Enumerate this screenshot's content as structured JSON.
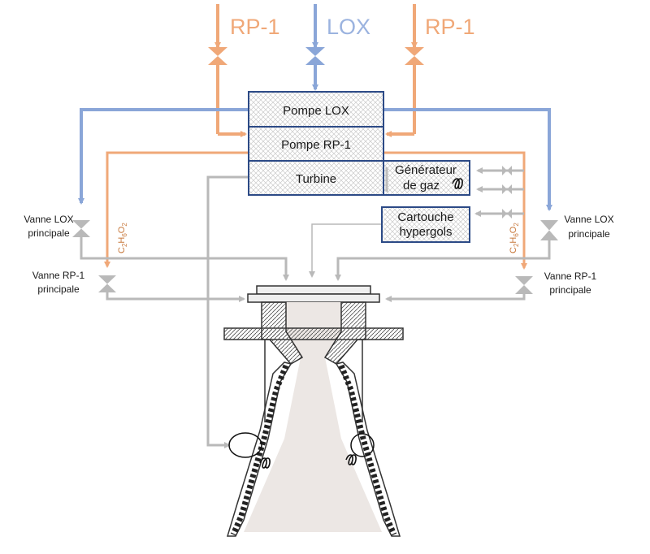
{
  "inlets": {
    "left": "RP-1",
    "center": "LOX",
    "right": "RP-1"
  },
  "boxes": {
    "pump_lox": "Pompe LOX",
    "pump_rp1": "Pompe RP-1",
    "turbine": "Turbine",
    "gas_generator_line1": "Générateur",
    "gas_generator_line2": "de gaz",
    "cartridge_line1": "Cartouche",
    "cartridge_line2": "hypergols"
  },
  "valves": {
    "lox_left_line1": "Vanne LOX",
    "lox_left_line2": "principale",
    "rp1_left_line1": "Vanne RP-1",
    "rp1_left_line2": "principale",
    "lox_right_line1": "Vanne LOX",
    "lox_right_line2": "principale",
    "rp1_right_line1": "Vanne RP-1",
    "rp1_right_line2": "principale"
  },
  "chem": {
    "c": "C",
    "c_sub": "2",
    "h": "H",
    "h_sub": "6",
    "o": "O",
    "o_sub": "2"
  },
  "colors": {
    "rp1": "#f0a878",
    "lox": "#8aa6d8",
    "gas": "#b9b9b9",
    "box_border": "#2c4a86",
    "rp1_text": "#f0a878",
    "lox_text": "#9bb3df"
  }
}
